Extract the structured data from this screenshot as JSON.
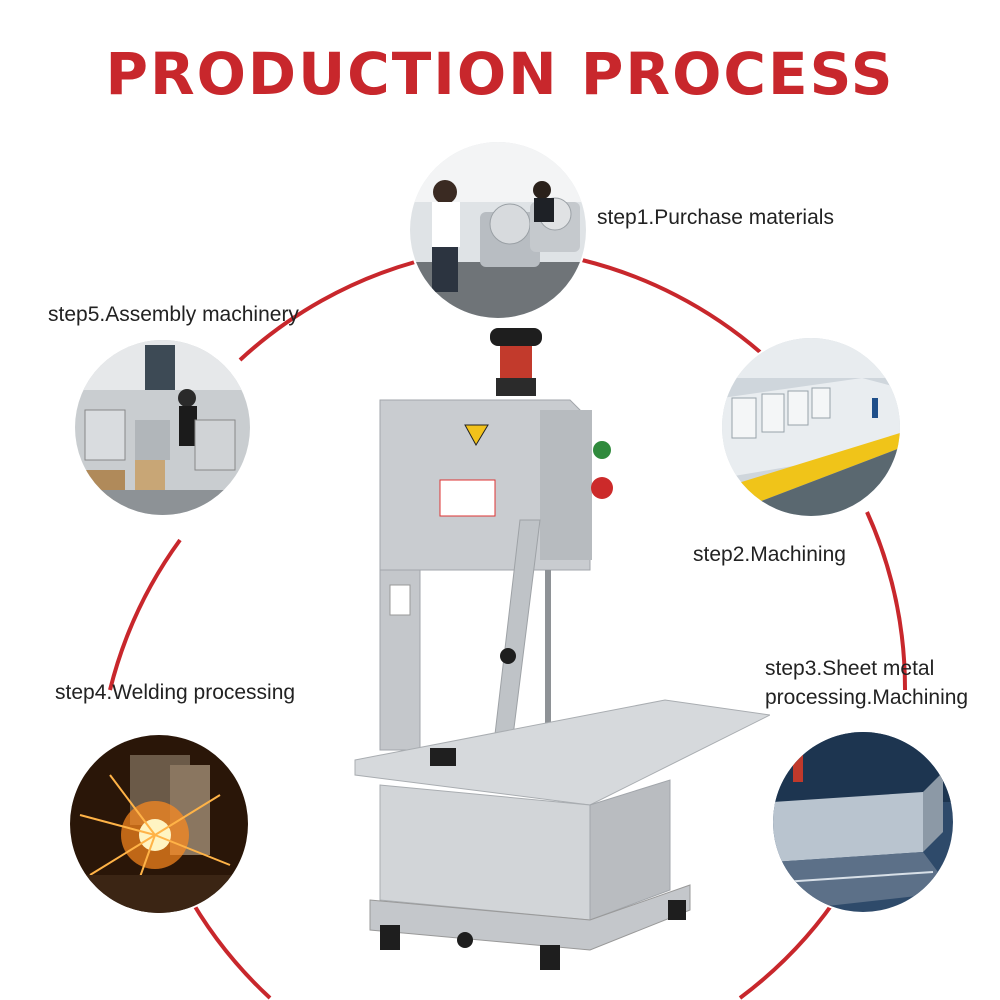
{
  "title": "PRODUCTION PROCESS",
  "colors": {
    "accent": "#c8272c",
    "ring": "#c8272c",
    "steel": "#c9ccd0"
  },
  "steps": [
    {
      "label": "step1.Purchase materials",
      "image": "workers-with-slicer-machines-photo"
    },
    {
      "label": "step2.Machining",
      "image": "cnc-machining-line-photo"
    },
    {
      "label_line1": "step3.Sheet metal",
      "label_line2": "processing.Machining",
      "image": "sheet-metal-bending-photo"
    },
    {
      "label": "step4.Welding processing",
      "image": "welding-sparks-photo"
    },
    {
      "label": "step5.Assembly machinery",
      "image": "assembly-workshop-photo"
    }
  ],
  "product": {
    "image": "bone-saw-machine"
  }
}
